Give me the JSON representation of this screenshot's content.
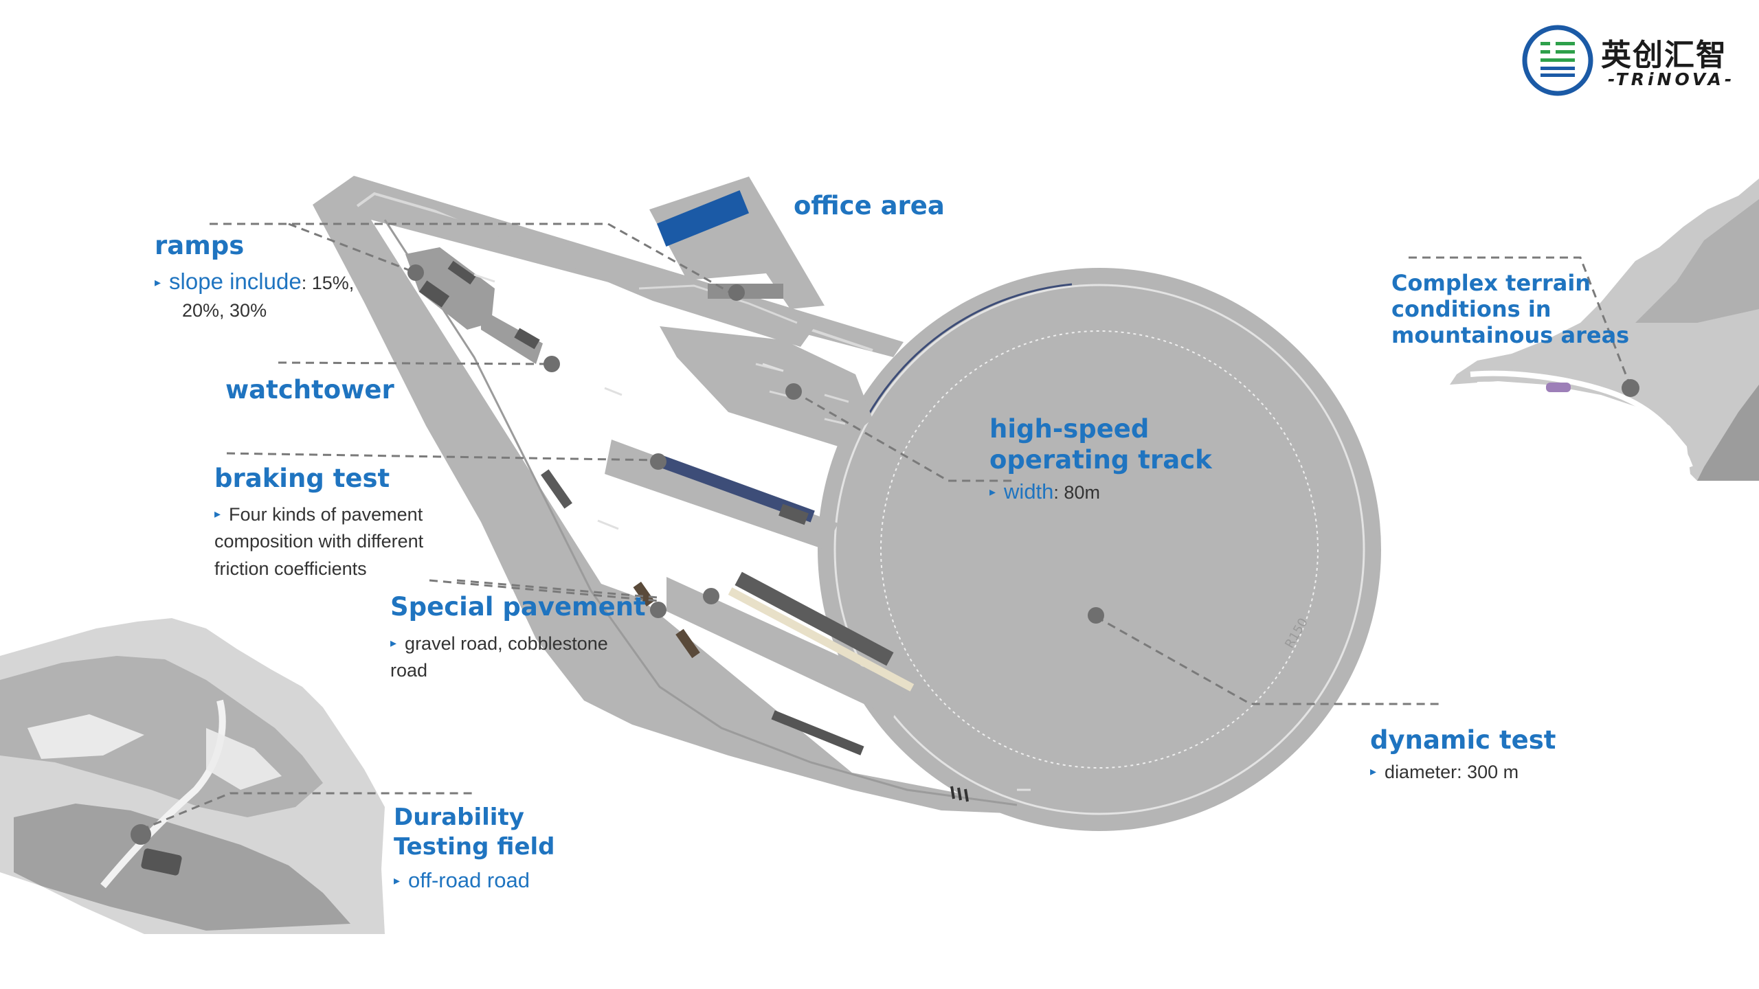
{
  "logo": {
    "name_cn": "英创汇智",
    "name_en": "-TRiNOVA-"
  },
  "labels": {
    "office": {
      "title": "office area"
    },
    "ramps": {
      "title": "ramps",
      "desc_lead": "slope include",
      "desc_rest": ": 15%,",
      "desc_line2": "20%, 30%"
    },
    "watchtower": {
      "title": "watchtower"
    },
    "braking": {
      "title": "braking test",
      "desc_line1": "Four kinds of pavement",
      "desc_line2": "composition with different",
      "desc_line3": "friction coefficients"
    },
    "special": {
      "title": "Special pavement",
      "desc_line1": "gravel road, cobblestone",
      "desc_line2": "road"
    },
    "durability": {
      "title_line1": "Durability",
      "title_line2": "Testing field",
      "desc": "off-road road"
    },
    "highspeed": {
      "title_line1": "high-speed",
      "title_line2": "operating track",
      "desc_lead": "width",
      "desc_rest": ": 80m"
    },
    "dynamic": {
      "title": "dynamic test",
      "desc": "diameter: 300 m"
    },
    "mountain": {
      "title_line1": "Complex terrain",
      "title_line2": "conditions in",
      "title_line3": "mountainous areas"
    }
  },
  "map_text": {
    "radius_mark": "R150"
  },
  "colors": {
    "accent": "#1f74c0",
    "track": "#b5b5b5",
    "leader": "#7a7a7a",
    "marker": "#6f6f6f",
    "logo_blue": "#1b5aa6",
    "logo_green": "#2ea04a"
  }
}
